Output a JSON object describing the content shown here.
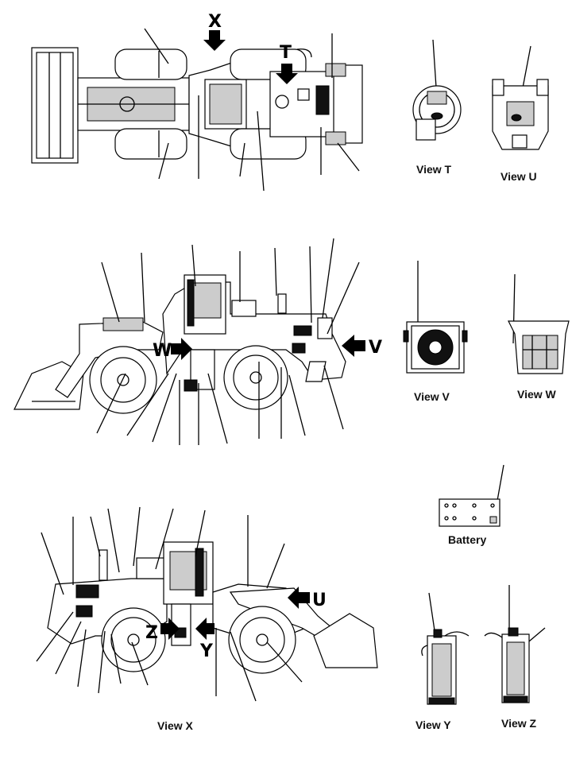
{
  "views": {
    "t": "View T",
    "u": "View U",
    "v": "View V",
    "w": "View W",
    "x": "View X",
    "y": "View Y",
    "z": "View Z",
    "battery": "Battery"
  },
  "arrows": {
    "x": "X",
    "t": "T",
    "w": "W",
    "v": "V",
    "u": "U",
    "z": "Z",
    "y": "Y"
  }
}
